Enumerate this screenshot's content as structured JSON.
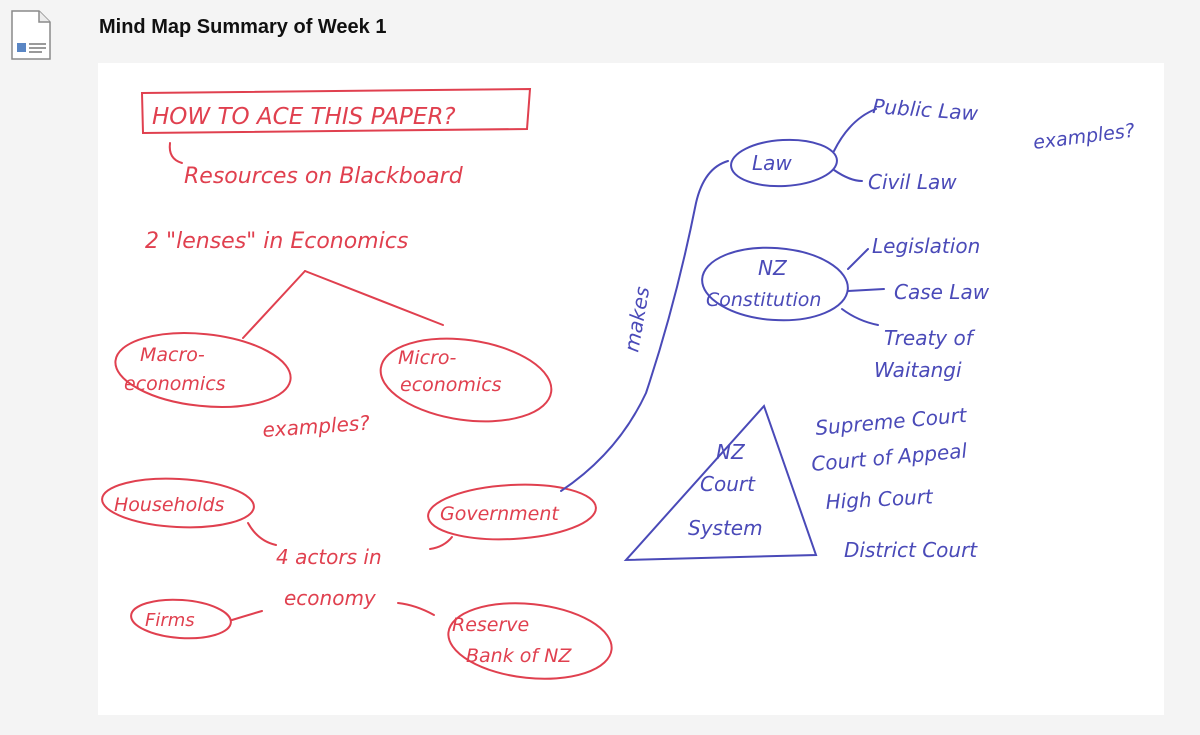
{
  "header": {
    "title": "Mind Map Summary of Week 1",
    "icon": "document-icon"
  },
  "colors": {
    "red_ink": "#e0404f",
    "blue_ink": "#4a4ab8",
    "panel_bg": "#ffffff",
    "page_bg": "#f4f4f4"
  },
  "mindmap": {
    "heading": "HOW TO ACE THIS PAPER?",
    "resources": "Resources on Blackboard",
    "lenses": "2 \"lenses\" in Economics",
    "macro": [
      "Macro-",
      "economics"
    ],
    "micro": [
      "Micro-",
      "economics"
    ],
    "examples_left": "examples?",
    "households": "Households",
    "firms": "Firms",
    "government": "Government",
    "reserve_bank": [
      "Reserve",
      "Bank of NZ"
    ],
    "actors": [
      "4 actors in",
      "economy"
    ],
    "makes": "makes",
    "law": "Law",
    "public_law": "Public Law",
    "civil_law": "Civil Law",
    "examples_right": "examples?",
    "constitution": [
      "NZ",
      "Constitution"
    ],
    "legislation": "Legislation",
    "case_law": "Case Law",
    "treaty": [
      "Treaty of",
      "Waitangi"
    ],
    "court_system": [
      "NZ",
      "Court",
      "System"
    ],
    "courts": [
      "Supreme Court",
      "Court of Appeal",
      "High Court",
      "District Court"
    ]
  }
}
